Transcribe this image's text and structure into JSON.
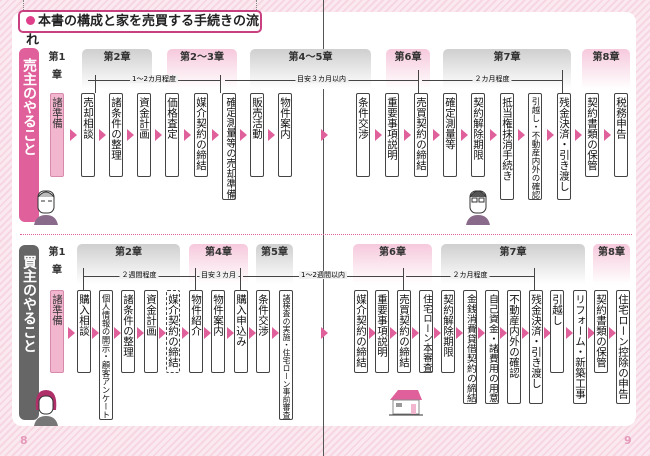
{
  "title": "本書の構成と家を売買する手続きの流れ",
  "page_numbers": {
    "left": "8",
    "right": "9"
  },
  "colors": {
    "accent": "#e0609b",
    "seller_label": "#e0609b",
    "buyer_label": "#666666"
  },
  "seller": {
    "label": "売主のやること",
    "chapters": [
      "第1章",
      "第2章",
      "第2～3章",
      "第4～5章",
      "第6章",
      "第7章",
      "第8章"
    ],
    "durations": [
      "1～2カ月程度",
      "目安３カ月以内",
      "２カ月程度"
    ],
    "steps": [
      "諸準備",
      "売却相談",
      "諸条件の整理",
      "資金計画",
      "価格査定",
      "媒介契約の締結",
      "確定測量等の売却準備",
      "販売活動",
      "物件案内",
      "条件交渉",
      "重要事項説明",
      "売買契約の締結",
      "確定測量等",
      "契約解除期限",
      "抵当権抹消手続き",
      "引越し・不動産内外の確認",
      "残金決済・引き渡し",
      "契約書類の保管",
      "税務申告"
    ]
  },
  "buyer": {
    "label": "買主のやること",
    "chapters": [
      "第1章",
      "第2章",
      "第4章",
      "第5章",
      "第6章",
      "第7章",
      "第8章"
    ],
    "durations": [
      "２週間程度",
      "目安３カ月",
      "1～2週間以内",
      "２カ月程度"
    ],
    "steps": [
      "諸準備",
      "購入相談",
      "個人情報の開示・顧客アンケート",
      "諸条件の整理",
      "資金計画",
      "媒介契約の締結",
      "物件紹介",
      "物件案内",
      "購入申込み",
      "条件交渉",
      "諸検査の実施・住宅ローン事前審査",
      "媒介契約の締結",
      "重要事項説明",
      "売買契約の締結",
      "住宅ローン本審査",
      "契約解除期限",
      "金銭消費貸借契約の締結",
      "自己資金・諸費用の用意",
      "不動産内外の確認",
      "残金決済・引き渡し",
      "引越し",
      "リフォーム・新築工事",
      "契約書類の保管",
      "住宅ローン控除の申告"
    ]
  }
}
